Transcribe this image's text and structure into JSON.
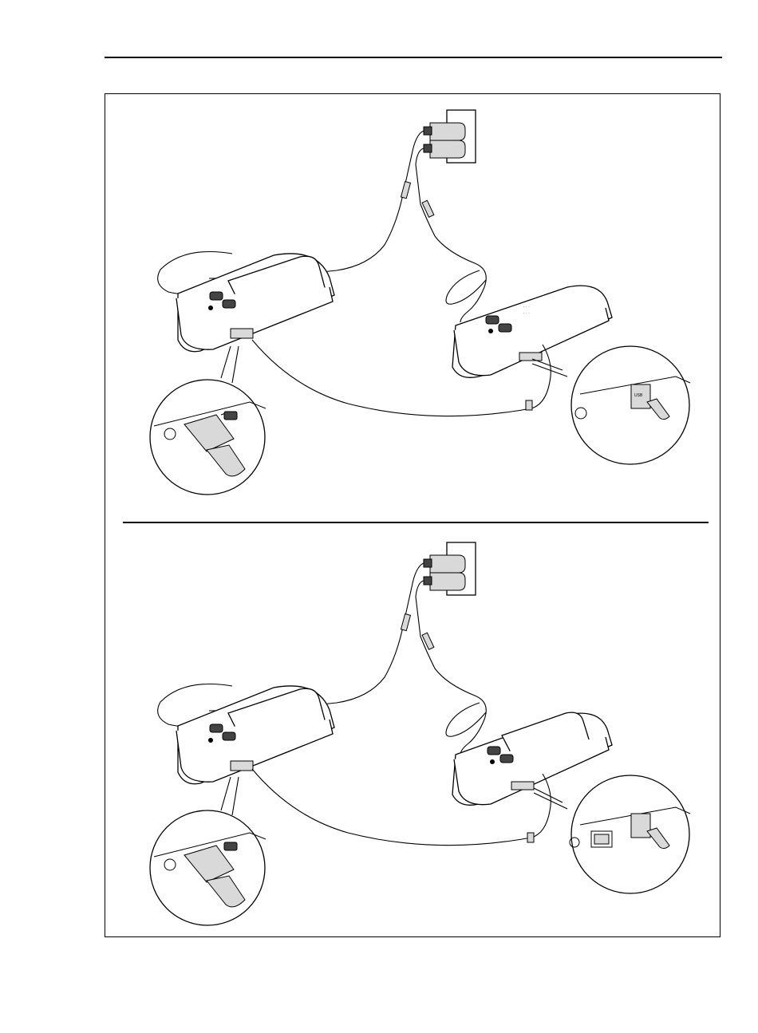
{
  "figure": {
    "panels": [
      {
        "id": "top",
        "remote_unit": "main-unit-display-less"
      },
      {
        "id": "bottom",
        "remote_unit": "main-unit-with-display"
      }
    ]
  },
  "icons": {
    "outlet": "ac-outlet-icon",
    "usb": "usb-symbol-icon",
    "headphone": "headphone-icon"
  }
}
